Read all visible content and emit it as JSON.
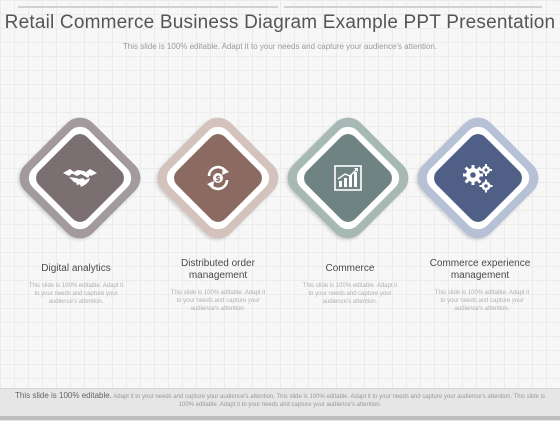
{
  "slide": {
    "title": "Retail Commerce Business Diagram Example PPT Presentation",
    "subtitle": "This slide is 100% editable. Adapt it to your needs and capture your audience's attention."
  },
  "steps": [
    {
      "label": "Digital analytics",
      "desc": "This slide is 100% editable. Adapt it to your needs and capture your audience's attention.",
      "icon": "handshake-icon",
      "outer_color": "#a39a9c",
      "inner_color": "#7b6f72"
    },
    {
      "label": "Distributed order management",
      "desc": "This slide is 100% editable. Adapt it to your needs and capture your audience's attention.",
      "icon": "refresh-dollar-icon",
      "outer_color": "#d4c2bd",
      "inner_color": "#8b6a62"
    },
    {
      "label": "Commerce",
      "desc": "This slide is 100% editable. Adapt it to your needs and capture your audience's attention.",
      "icon": "bar-chart-icon",
      "outer_color": "#a8b8b5",
      "inner_color": "#6f8482"
    },
    {
      "label": "Commerce experience management",
      "desc": "This slide is 100% editable. Adapt it to your needs and capture your audience's attention.",
      "icon": "gears-icon",
      "outer_color": "#b7c1d6",
      "inner_color": "#4f5f86"
    }
  ],
  "footer": {
    "lead": "This slide is 100% editable.",
    "text": "Adapt it to your needs and capture your audience's attention. This slide is 100% editable. Adapt it to your needs and capture your audience's attention. This slide is 100% editable. Adapt it to your needs and capture your audience's attention."
  }
}
